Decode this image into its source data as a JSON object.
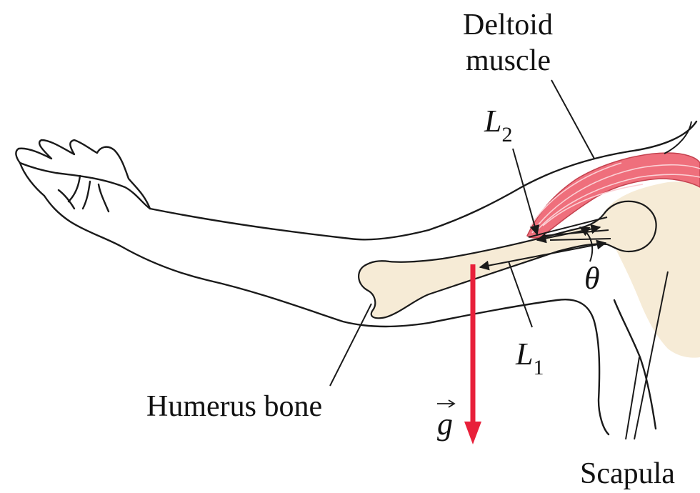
{
  "labels": {
    "deltoid_line1": "Deltoid",
    "deltoid_line2": "muscle",
    "l2_symbol": "L",
    "l2_sub": "2",
    "l1_symbol": "L",
    "l1_sub": "1",
    "theta": "θ",
    "humerus": "Humerus bone",
    "g_symbol": "g",
    "scapula": "Scapula"
  },
  "colors": {
    "bone": "#f6ebd6",
    "muscle": "#ef6f7c",
    "gravity_arrow": "#e8203a",
    "outline": "#1a1a1a"
  }
}
